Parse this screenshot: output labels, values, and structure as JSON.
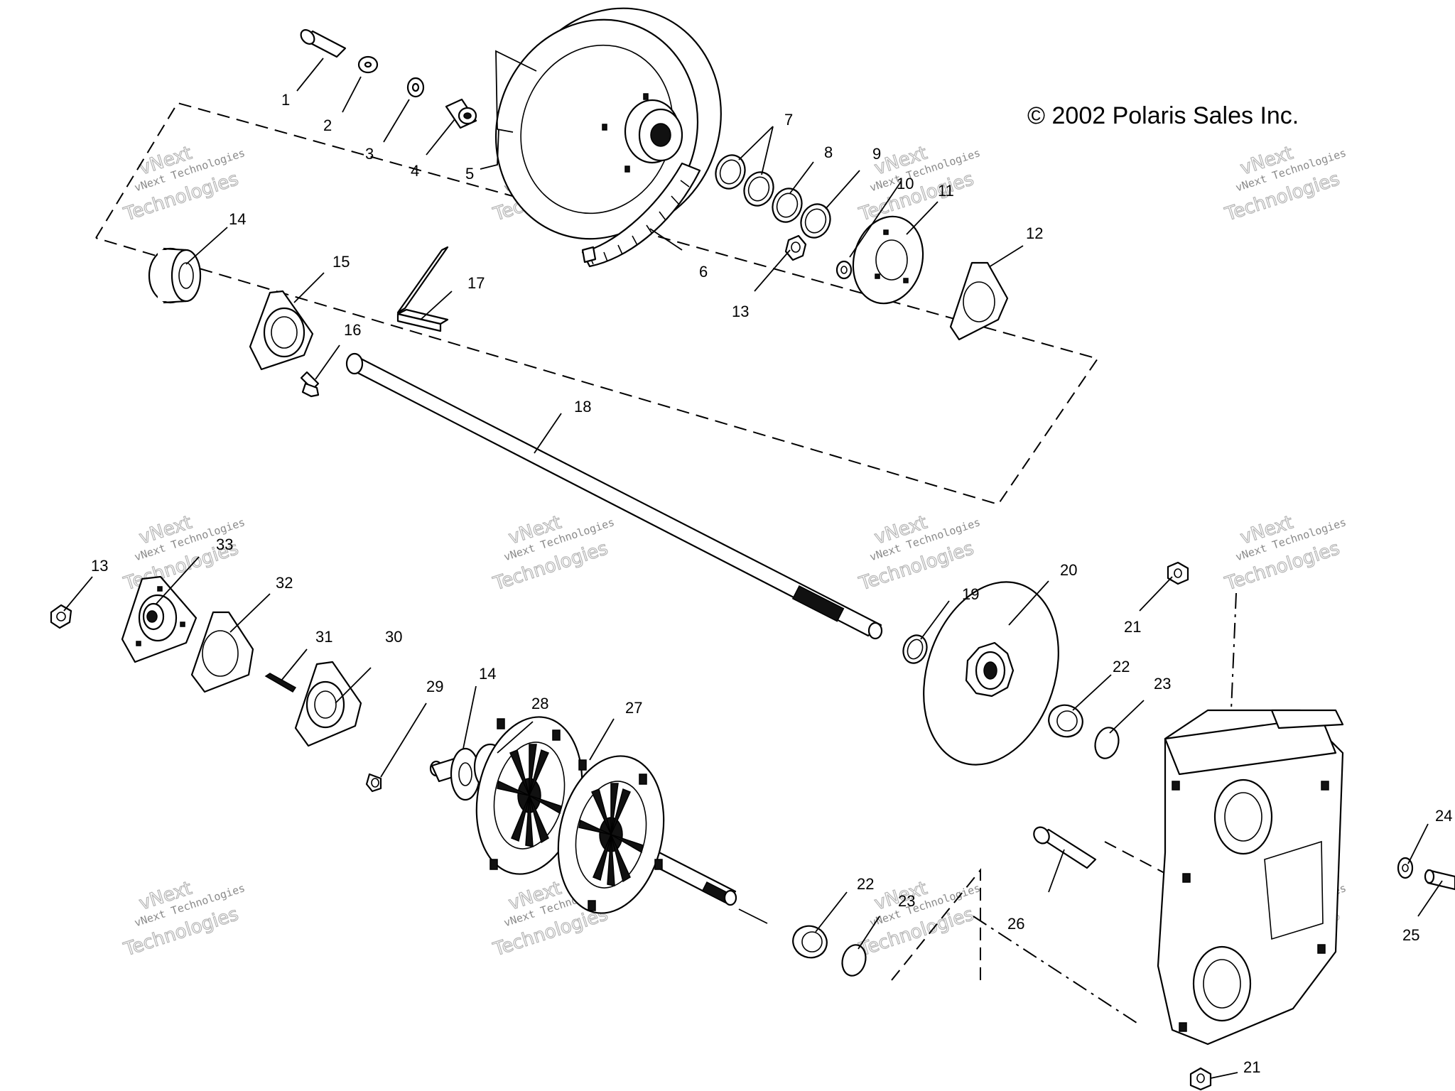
{
  "copyright": "© 2002 Polaris Sales Inc.",
  "watermark": {
    "line1": "vNext Technologies",
    "line2": "Technologies",
    "line3": "vNext"
  },
  "callouts": [
    "1",
    "2",
    "3",
    "4",
    "5",
    "6",
    "7",
    "8",
    "9",
    "10",
    "11",
    "12",
    "13",
    "14",
    "15",
    "16",
    "17",
    "18",
    "19",
    "20",
    "21",
    "22",
    "23",
    "24",
    "25",
    "26",
    "27",
    "28",
    "29",
    "30",
    "31",
    "32",
    "33"
  ],
  "colors": {
    "ink": "#000000",
    "paper": "#ffffff",
    "watermark": "#b5b5b5"
  }
}
